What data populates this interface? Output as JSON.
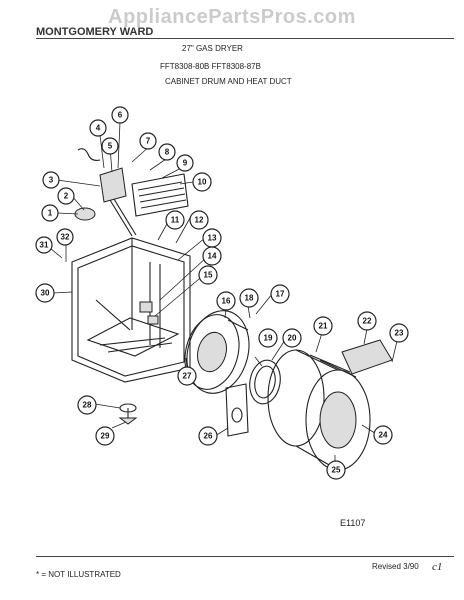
{
  "watermark": "AppliancePartsPros.com",
  "header": {
    "brand": "MONTGOMERY WARD",
    "line1": "27\" GAS DRYER",
    "line2": "FFT8308-80B  FFT8308-87B",
    "line3": "CABINET DRUM AND HEAT DUCT"
  },
  "diagram_code": "E1107",
  "footer": {
    "not_illustrated": "* = NOT ILLUSTRATED",
    "revised": "Revised 3/90",
    "mark": "c1"
  },
  "callouts": [
    "1",
    "2",
    "3",
    "4",
    "5",
    "6",
    "7",
    "8",
    "9",
    "10",
    "11",
    "12",
    "13",
    "14",
    "15",
    "16",
    "17",
    "18",
    "19",
    "20",
    "21",
    "22",
    "23",
    "24",
    "25",
    "26",
    "27",
    "28",
    "29",
    "30",
    "31",
    "32"
  ]
}
